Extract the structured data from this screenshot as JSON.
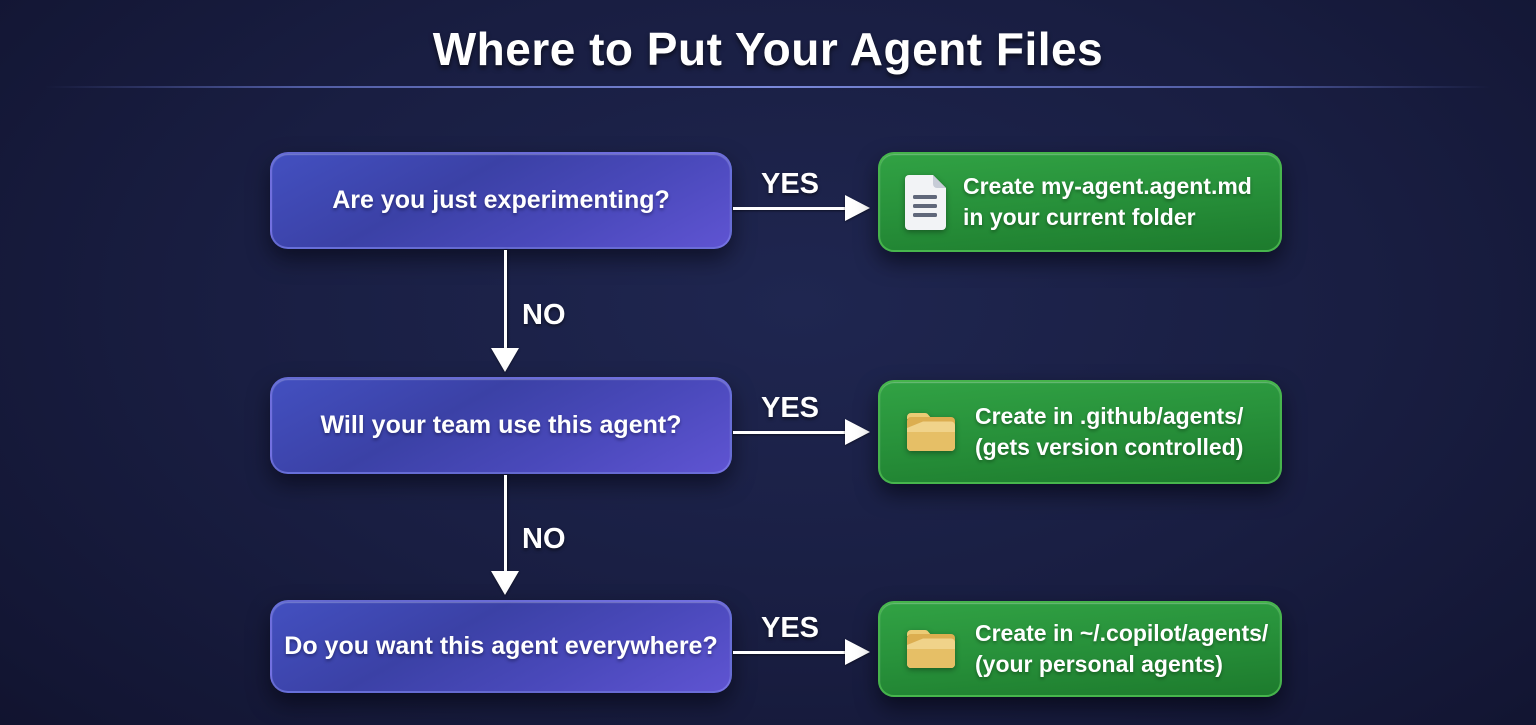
{
  "title": "Where to Put Your Agent Files",
  "colors": {
    "background_navy": "#161b3a",
    "question_box_blue_top": "#3b41a6",
    "question_box_blue_bottom": "#5f54d2",
    "question_box_border": "#868af0",
    "result_box_green_top": "#31a244",
    "result_box_green_bottom": "#1d7b2d",
    "result_box_border": "#4ab84f",
    "arrow_white": "#ffffff",
    "folder_icon_yellow": "#e8c468",
    "document_icon_gray": "#f2f3f6"
  },
  "flow": {
    "rows": [
      {
        "question": "Are you just experimenting?",
        "yes_label": "YES",
        "no_label": "NO",
        "result": {
          "icon": "document-icon",
          "line1": "Create my-agent.agent.md",
          "line2": "in your current folder"
        }
      },
      {
        "question": "Will your team use this agent?",
        "yes_label": "YES",
        "no_label": "NO",
        "result": {
          "icon": "folder-icon",
          "line1": "Create in .github/agents/",
          "line2": "(gets version controlled)"
        }
      },
      {
        "question": "Do you want this agent everywhere?",
        "yes_label": "YES",
        "result": {
          "icon": "folder-icon",
          "line1": "Create in ~/.copilot/agents/",
          "line2": "(your personal agents)"
        }
      }
    ]
  }
}
